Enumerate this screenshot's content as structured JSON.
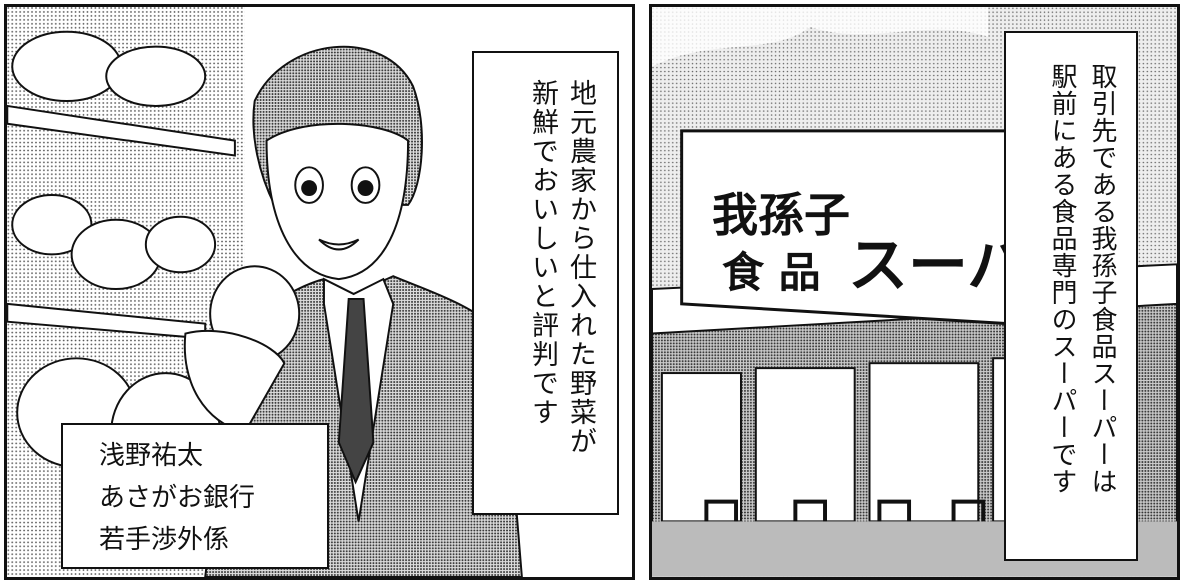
{
  "panel_left": {
    "narration": [
      "地元農家から仕入れた野菜が",
      "新鮮でおいしいと評判です"
    ],
    "caption": [
      "浅野祐太",
      "あさがお銀行",
      "若手渉外係"
    ]
  },
  "panel_right": {
    "narration": [
      "取引先である我孫子食品スーパーは",
      "駅前にある食品専門のスーパーです"
    ],
    "sign": {
      "line1": "我孫子",
      "line2": "食 品",
      "big": "スーパー"
    }
  }
}
